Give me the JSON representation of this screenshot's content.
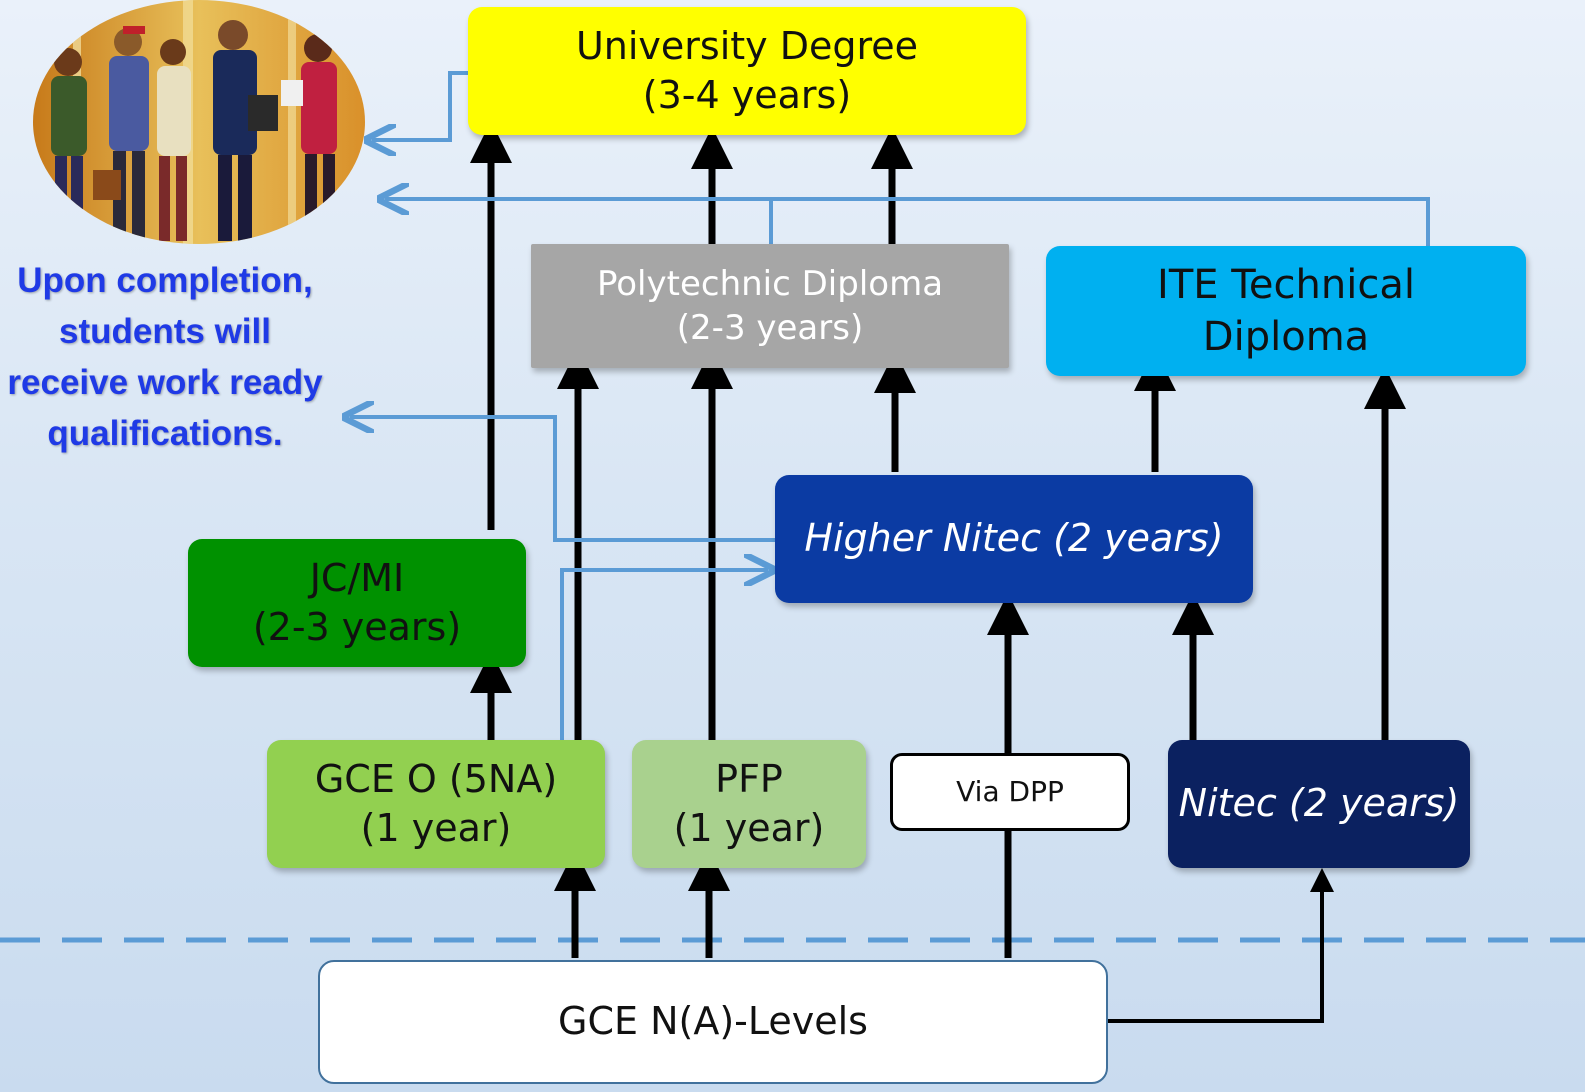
{
  "boxes": {
    "university": "University Degree\n(3-4 years)",
    "polytechnic": "Polytechnic Diploma\n(2-3 years)",
    "ite": "ITE Technical\nDiploma",
    "higher_nitec": "Higher Nitec (2 years)",
    "jc_mi": "JC/MI\n(2-3 years)",
    "gce_o": "GCE O (5NA)\n(1 year)",
    "pfp": "PFP\n(1 year)",
    "via_dpp": "Via DPP",
    "nitec": "Nitec (2 years)",
    "gce_n": "GCE N(A)-Levels"
  },
  "caption": "Upon completion,\nstudents will\nreceive work ready\nqualifications.",
  "colors": {
    "pathway_arrow": "#000000",
    "exit_arrow": "#5b9bd5",
    "dashed_divider": "#5b9bd5"
  }
}
